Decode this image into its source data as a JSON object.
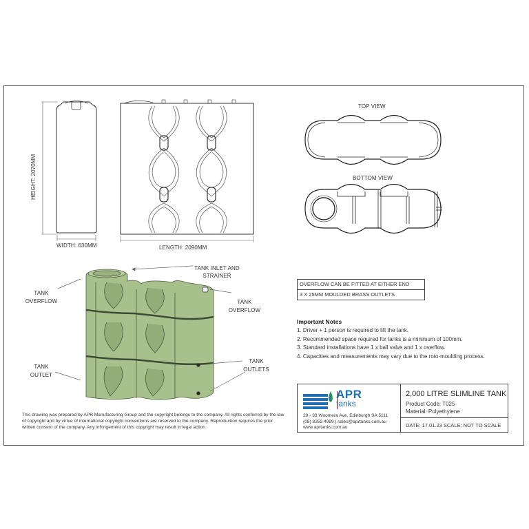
{
  "drawing": {
    "side_view": {
      "height_label": "HEIGHT: 2070MM",
      "width_label": "WIDTH: 630MM"
    },
    "front_view": {
      "length_label": "LENGTH: 2090MM"
    },
    "top_view": {
      "title": "TOP VIEW"
    },
    "bottom_view": {
      "title": "BOTTOM VIEW"
    },
    "iso_view": {
      "callouts": [
        {
          "id": "inlet",
          "lines": [
            "TANK INLET AND",
            "STRAINER"
          ]
        },
        {
          "id": "overflow-left",
          "lines": [
            "TANK",
            "OVERFLOW"
          ]
        },
        {
          "id": "overflow-right",
          "lines": [
            "TANK",
            "OVERFLOW"
          ]
        },
        {
          "id": "outlet-left",
          "lines": [
            "TANK",
            "OUTLET"
          ]
        },
        {
          "id": "outlets-right",
          "lines": [
            "TANK",
            "OUTLETS"
          ]
        }
      ],
      "tank_color": "#a8c08c"
    }
  },
  "specs": [
    "OVERFLOW CAN BE FITTED AT EITHER END",
    "3 X 25MM MOULDED BRASS OUTLETS"
  ],
  "notes": {
    "title": "Important Notes",
    "items": [
      "1. Driver + 1 person is required to lift the tank.",
      "2. Recommended space required for tanks is a minimum of 100mm.",
      "3. Standard installations have 1 x ball valve and 1 x overflow.",
      "4. Capacities and measurements may vary due to the roto-moulding process."
    ]
  },
  "copyright": "This drawing was prepared by APR Manufacturing Group and the copyright belongs to the company.  All rights conferred by the law of copyright and by virtue of international copyright conventions are reserved to the company. Reproduction requires the prior written consent of the company. Any infringement of this copyright may result in legal action.",
  "title_block": {
    "logo": {
      "brand": "APR",
      "sub": "tanks",
      "brand_color": "#1f6fb4",
      "accent_color": "#e03a3e",
      "drop_color": "#2f9e5a"
    },
    "address": "29 - 33 Woomera Ave, Edinburgh SA 5111",
    "contact": "(08) 8359 4999 | sales@aprtanks.com.au",
    "website": "www.aprtanks.com.au",
    "product_title": "2,000 LITRE SLIMLINE TANK",
    "product_code": "Product Code: T025",
    "material": "Material: Polyethylene",
    "date_scale": "DATE: 17.01.23   SCALE: NOT TO SCALE"
  }
}
